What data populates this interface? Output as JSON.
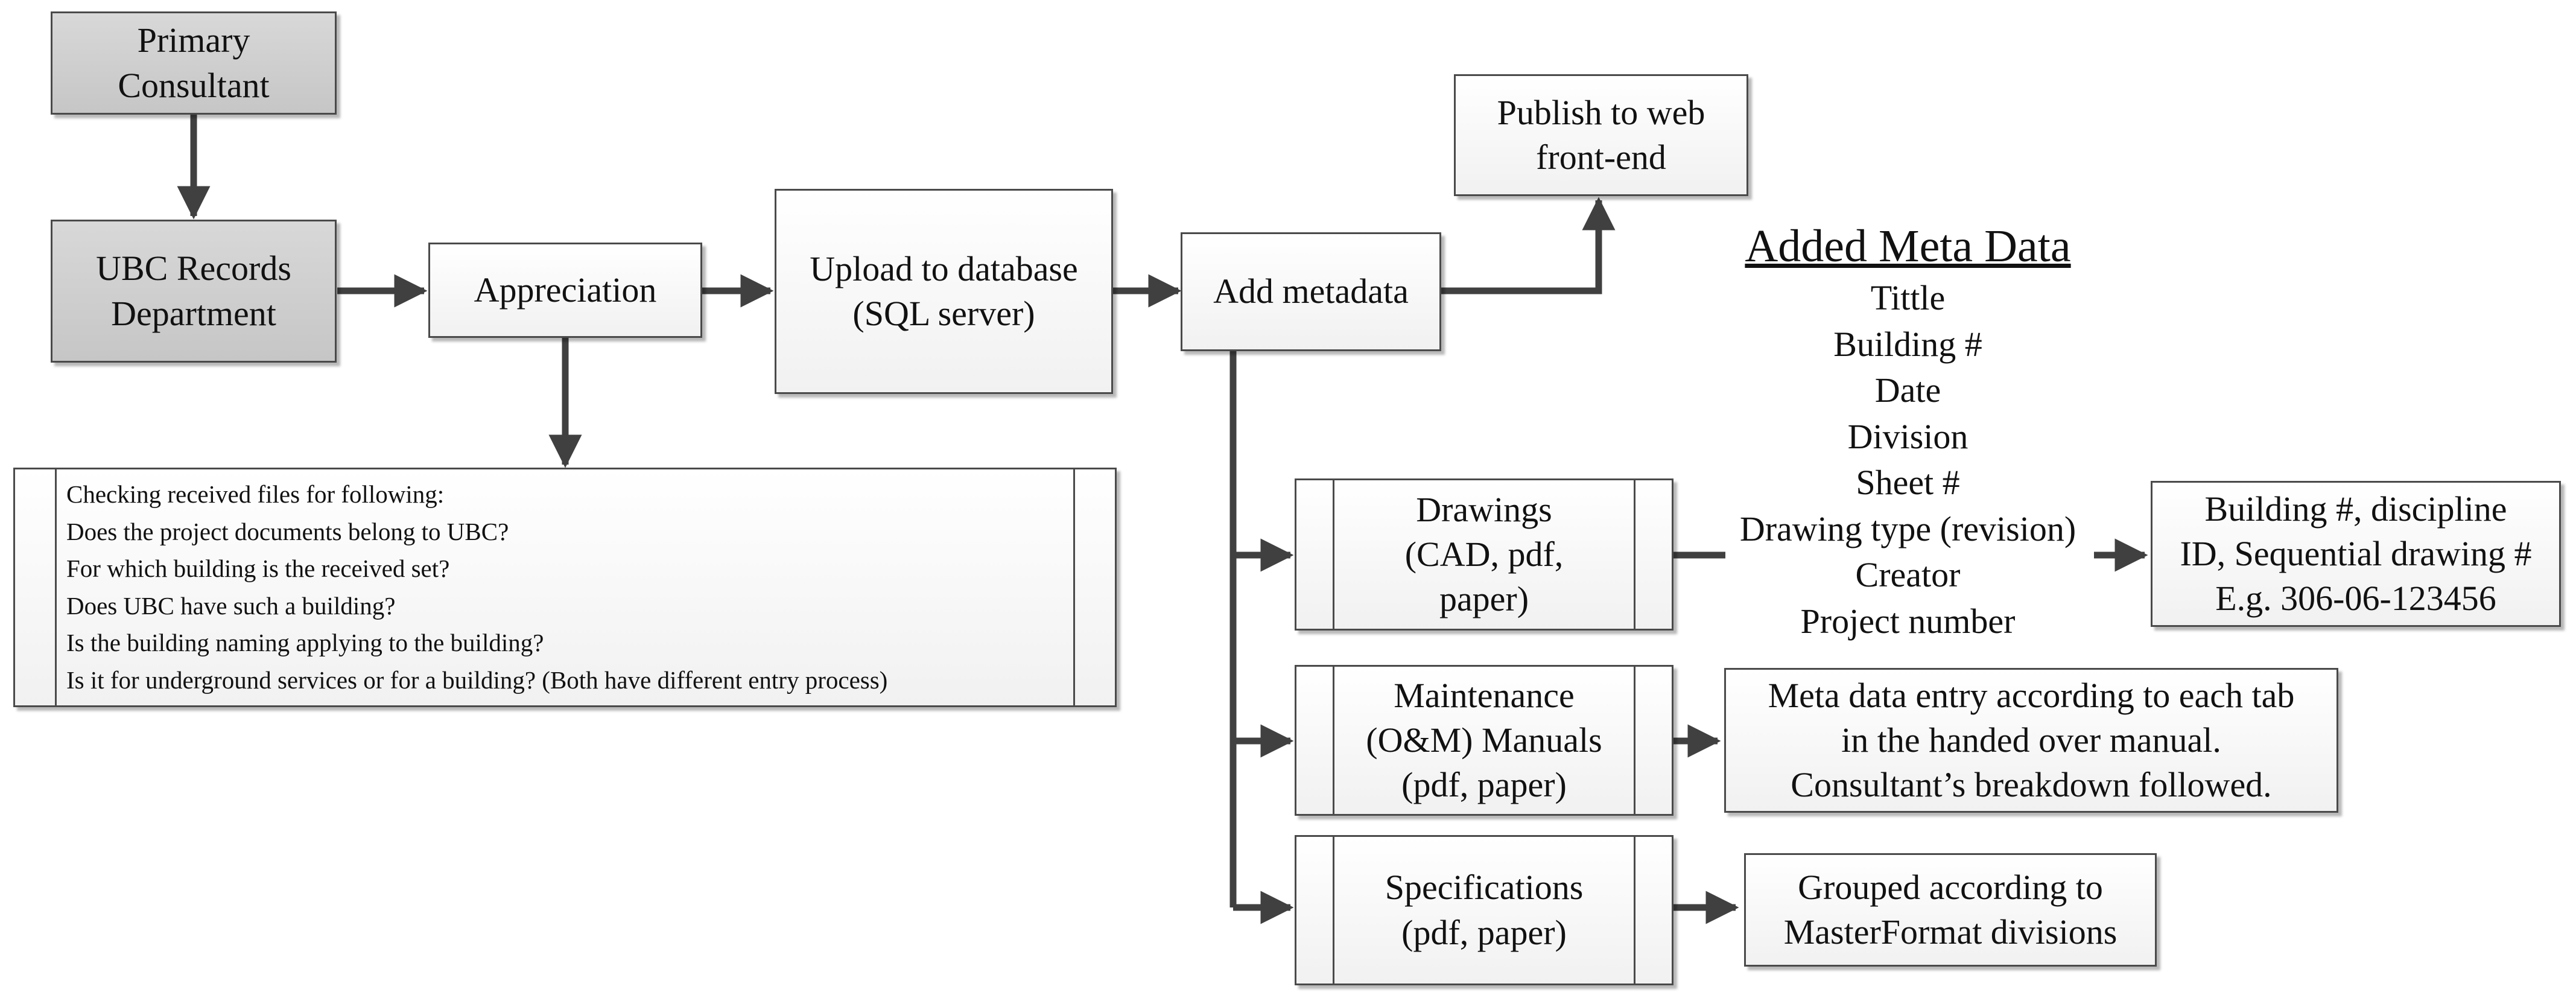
{
  "nodes": {
    "primary_consultant": [
      "Primary",
      "Consultant"
    ],
    "ubc_records": [
      "UBC Records",
      "Department"
    ],
    "appreciation": [
      "Appreciation"
    ],
    "upload_db": [
      "Upload to database",
      "(SQL server)"
    ],
    "add_metadata": [
      "Add metadata"
    ],
    "publish_web": [
      "Publish to web",
      "front-end"
    ],
    "drawings": [
      "Drawings",
      "(CAD, pdf,",
      "paper)"
    ],
    "maintenance": [
      "Maintenance",
      "(O&M) Manuals",
      "(pdf, paper)"
    ],
    "specifications": [
      "Specifications",
      "(pdf, paper)"
    ],
    "drawing_numbering": [
      "Building #, discipline",
      "ID, Sequential drawing #",
      "E.g. 306-06-123456"
    ],
    "manual_entry": [
      "Meta data entry according to each tab",
      "in the handed over manual.",
      "Consultant’s breakdown followed."
    ],
    "grouped": [
      "Grouped according to",
      "MasterFormat divisions"
    ]
  },
  "checklist": {
    "title": "Checking received files for following:",
    "items": [
      "Does the project documents belong to UBC?",
      "For which building is the received set?",
      "Does UBC have such a building?",
      "Is the building  naming applying to the building?",
      "Is it for underground services or for a building? (Both have different entry process)"
    ]
  },
  "metadata_list": {
    "title": "Added Meta Data",
    "items": [
      "Tittle",
      "Building #",
      "Date",
      "Division",
      "Sheet #",
      "Drawing type (revision)",
      "Creator",
      "Project number"
    ]
  }
}
